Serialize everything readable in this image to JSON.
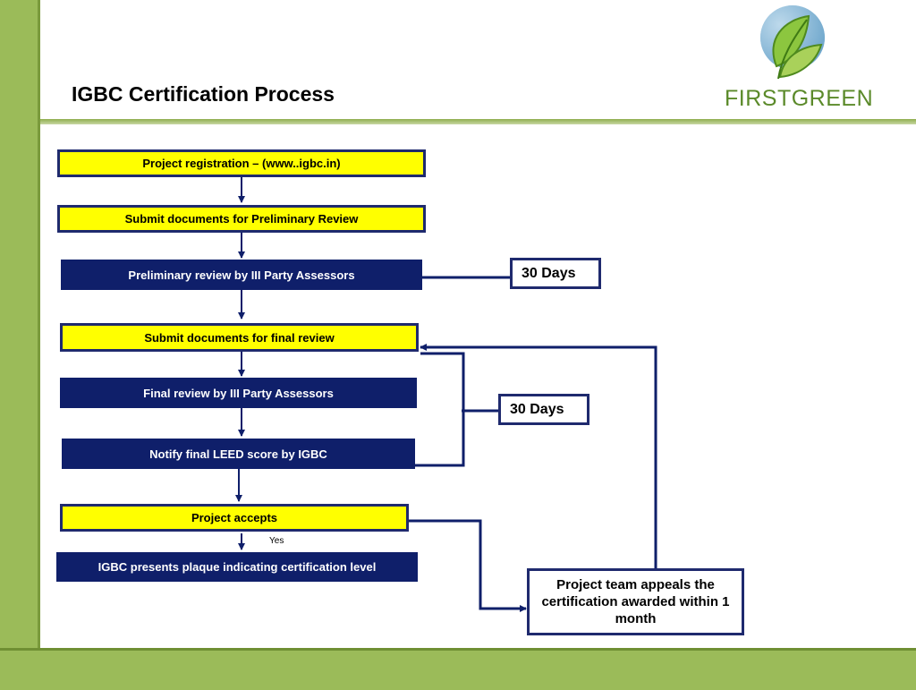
{
  "title": "IGBC Certification Process",
  "logo": {
    "text": "FIRSTGREEN"
  },
  "flow": {
    "step1": "Project registration – (www..igbc.in)",
    "step2": "Submit documents for Preliminary Review",
    "step3": "Preliminary review by III Party Assessors",
    "step4": "Submit documents for final review",
    "step5": "Final review by III Party Assessors",
    "step6": "Notify  final LEED score by IGBC",
    "step7": "Project accepts",
    "step8": "IGBC presents plaque indicating certification level",
    "days1": "30 Days",
    "days2": "30 Days",
    "yes_label": "Yes",
    "appeal": "Project team appeals the certification awarded within 1 month"
  },
  "colors": {
    "yellow": "#ffff00",
    "navy": "#0f1f6a",
    "green": "#9bbb59",
    "line": "#0f1f6a"
  }
}
